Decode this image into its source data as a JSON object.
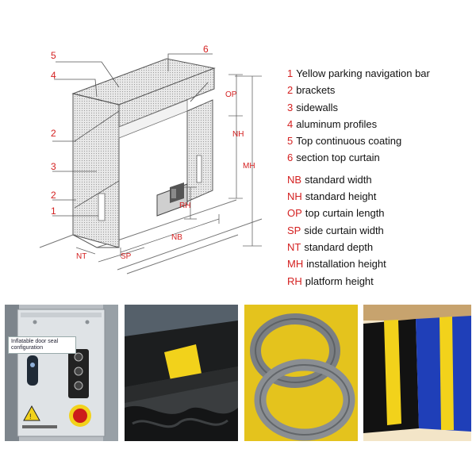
{
  "diagram": {
    "callouts": [
      "5",
      "4",
      "6",
      "2",
      "3",
      "2",
      "1"
    ],
    "dimensions": {
      "op": "OP",
      "nh": "NH",
      "mh": "MH",
      "rh": "RH",
      "nb": "NB",
      "nt": "NT",
      "sp": "SP"
    }
  },
  "legend": [
    {
      "code": "1",
      "text": "Yellow parking navigation bar"
    },
    {
      "code": "2",
      "text": "brackets"
    },
    {
      "code": "3",
      "text": "sidewalls"
    },
    {
      "code": "4",
      "text": "aluminum profiles"
    },
    {
      "code": "5",
      "text": "Top continuous coating"
    },
    {
      "code": "6",
      "text": "section top curtain"
    },
    {
      "code": "NB",
      "text": "standard width"
    },
    {
      "code": "NH",
      "text": "standard height"
    },
    {
      "code": "OP",
      "text": "top curtain length"
    },
    {
      "code": "SP",
      "text": "side curtain width"
    },
    {
      "code": "NT",
      "text": "standard depth"
    },
    {
      "code": "MH",
      "text": "installation height"
    },
    {
      "code": "RH",
      "text": "platform height"
    }
  ],
  "photos": {
    "control_box_label": "Inflatable door seal configuration"
  },
  "colors": {
    "accent_red": "#d42020",
    "line": "#555555",
    "safety_yellow": "#f2d21b",
    "curtain_blue": "#1f3fb8"
  }
}
